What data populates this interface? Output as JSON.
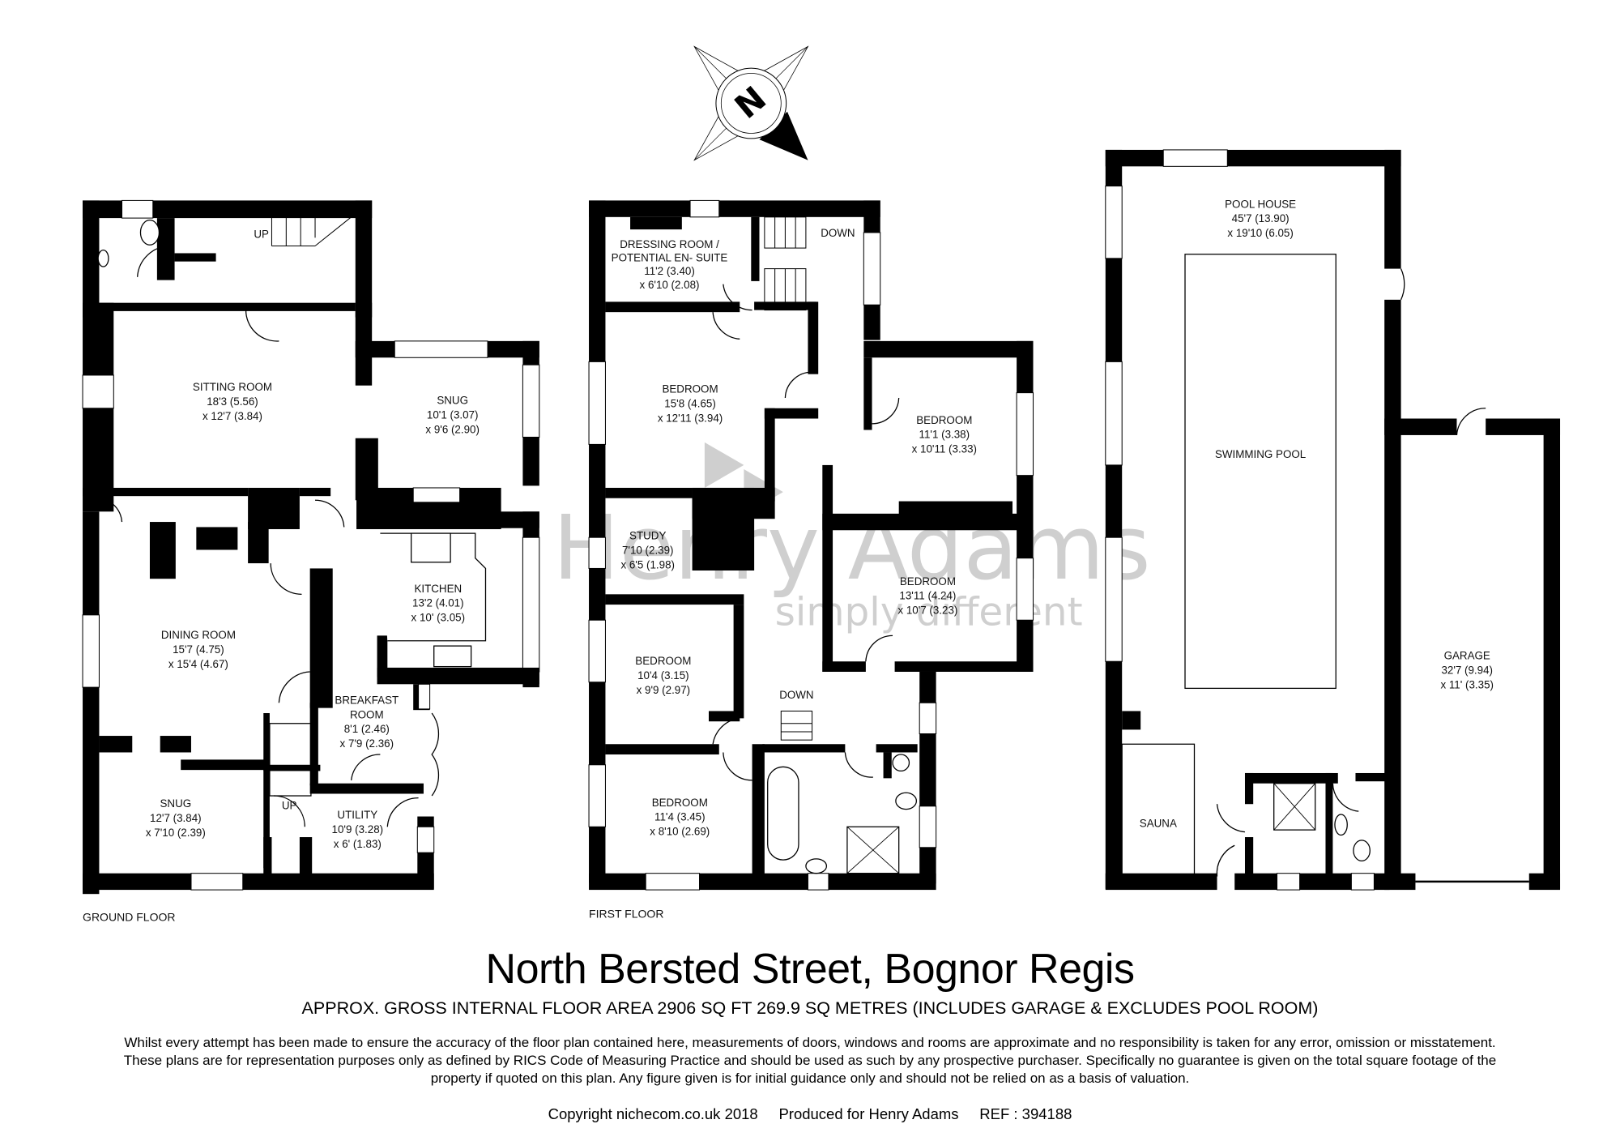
{
  "header": {
    "compass": {
      "icon": "compass-north-icon",
      "letter": "N"
    }
  },
  "watermark": {
    "brand": "Henry Adams",
    "tagline": "simply different"
  },
  "floors": [
    {
      "label": "GROUND FLOOR",
      "rooms": [
        {
          "name": "SITTING ROOM",
          "imperial": "18'3 (5.56)",
          "dims2": "x 12'7 (3.84)"
        },
        {
          "name": "SNUG",
          "imperial": "10'1 (3.07)",
          "dims2": "x 9'6 (2.90)"
        },
        {
          "name": "DINING ROOM",
          "imperial": "15'7 (4.75)",
          "dims2": "x 15'4 (4.67)"
        },
        {
          "name": "KITCHEN",
          "imperial": "13'2 (4.01)",
          "dims2": "x 10' (3.05)"
        },
        {
          "name": "BREAKFAST",
          "name2": "ROOM",
          "imperial": "8'1 (2.46)",
          "dims2": "x 7'9 (2.36)"
        },
        {
          "name": "SNUG",
          "imperial": "12'7 (3.84)",
          "dims2": "x 7'10 (2.39)"
        },
        {
          "name": "UTILITY",
          "imperial": "10'9 (3.28)",
          "dims2": "x 6' (1.83)"
        }
      ],
      "stair_labels": [
        "UP",
        "UP"
      ]
    },
    {
      "label": "FIRST FLOOR",
      "rooms": [
        {
          "name": "DRESSING ROOM /",
          "name2": "POTENTIAL EN- SUITE",
          "imperial": "11'2 (3.40)",
          "dims2": "x 6'10 (2.08)"
        },
        {
          "name": "BEDROOM",
          "imperial": "15'8 (4.65)",
          "dims2": "x 12'11 (3.94)"
        },
        {
          "name": "BEDROOM",
          "imperial": "11'1 (3.38)",
          "dims2": "x 10'11 (3.33)"
        },
        {
          "name": "STUDY",
          "imperial": "7'10 (2.39)",
          "dims2": "x 6'5 (1.98)"
        },
        {
          "name": "BEDROOM",
          "imperial": "13'11 (4.24)",
          "dims2": "x 10'7 (3.23)"
        },
        {
          "name": "BEDROOM",
          "imperial": "10'4 (3.15)",
          "dims2": "x 9'9 (2.97)"
        },
        {
          "name": "BEDROOM",
          "imperial": "11'4 (3.45)",
          "dims2": "x 8'10 (2.69)"
        }
      ],
      "stair_labels": [
        "DOWN",
        "DOWN"
      ]
    },
    {
      "label": "",
      "rooms": [
        {
          "name": "POOL HOUSE",
          "imperial": "45'7 (13.90)",
          "dims2": "x 19'10 (6.05)"
        },
        {
          "name": "SWIMMING POOL"
        },
        {
          "name": "GARAGE",
          "imperial": "32'7 (9.94)",
          "dims2": "x 11' (3.35)"
        },
        {
          "name": "SAUNA"
        }
      ]
    }
  ],
  "footer": {
    "title": "North Bersted Street, Bognor Regis",
    "area": "APPROX. GROSS INTERNAL FLOOR AREA 2906 SQ FT 269.9 SQ METRES (INCLUDES GARAGE & EXCLUDES POOL ROOM)",
    "disclaimer_lines": [
      "Whilst every attempt has been made to ensure the accuracy of the floor plan contained here, measurements of doors, windows and rooms are approximate and no responsibility is taken for any error, omission or misstatement.",
      "These plans are for representation purposes only as defined by RICS Code of Measuring Practice and should be used as such by any prospective purchaser.  Specifically no guarantee is given on the total square footage of the",
      "property if quoted on this plan. Any figure given is for initial guidance only and should not be relied on as a basis of valuation."
    ],
    "copyright": "Copyright nichecom.co.uk 2018",
    "produced_for": "Produced for Henry Adams",
    "ref": "REF : 394188"
  },
  "colors": {
    "wall": "#000000",
    "background": "#ffffff",
    "watermark": "#cfcfcf"
  }
}
